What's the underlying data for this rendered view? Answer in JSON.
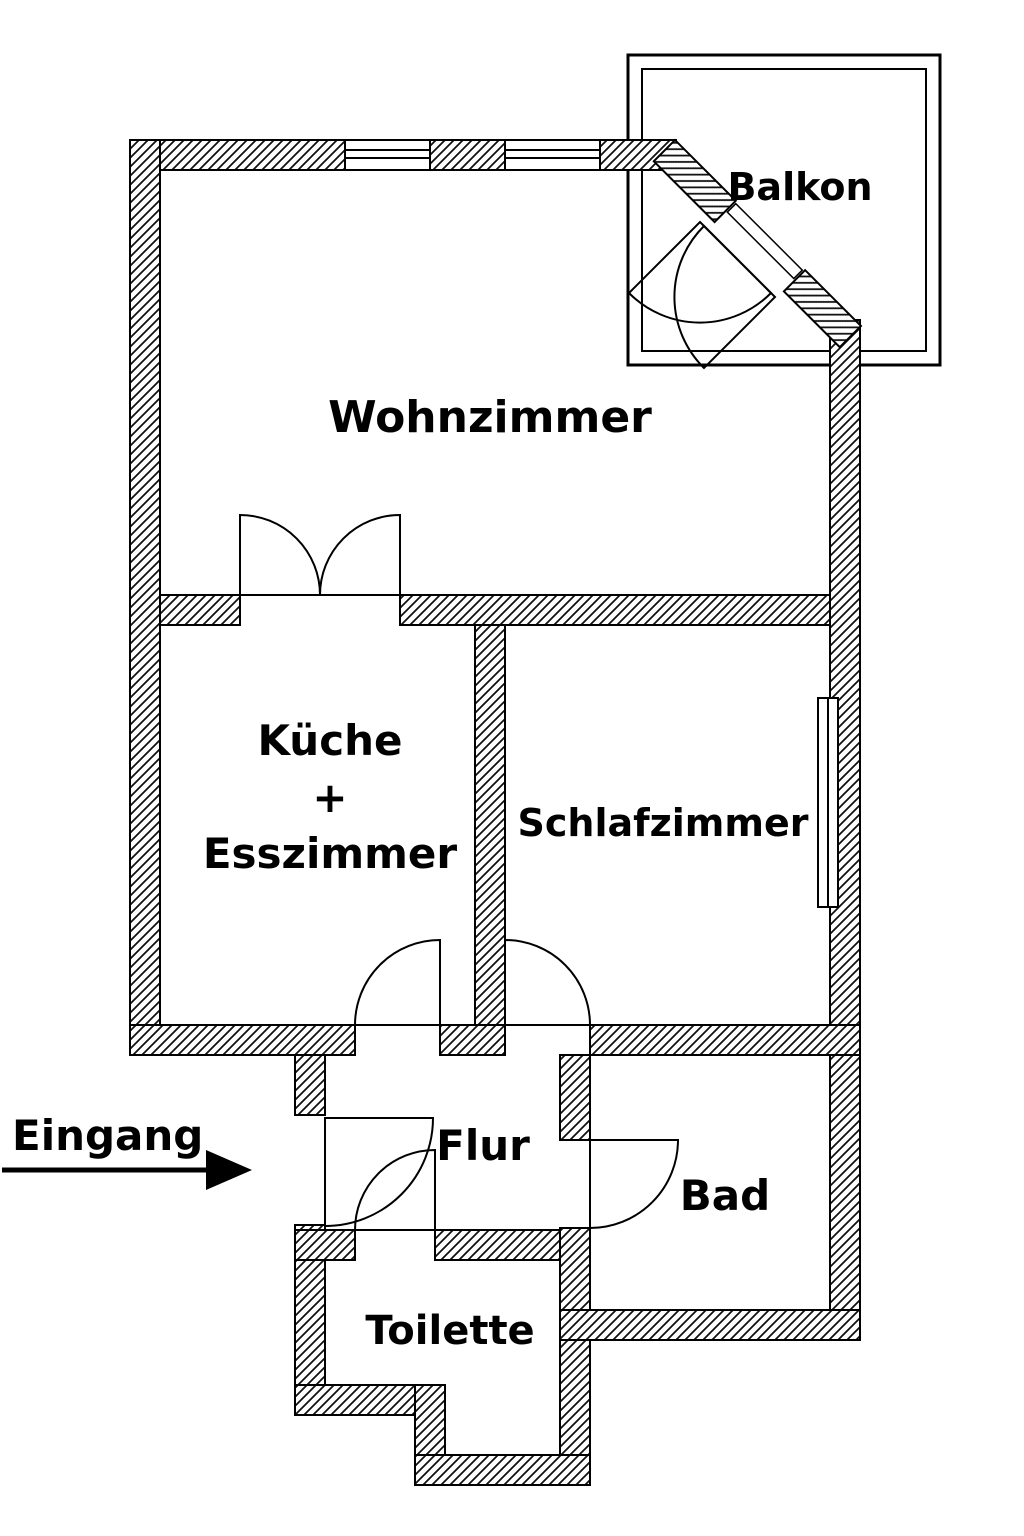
{
  "plan": {
    "colors": {
      "wall": "#000000",
      "background": "#ffffff"
    },
    "rooms": {
      "balkon": {
        "label": "Balkon"
      },
      "wohnzimmer": {
        "label": "Wohnzimmer"
      },
      "kueche": {
        "label_line1": "Küche",
        "label_line2": "+",
        "label_line3": "Esszimmer"
      },
      "schlafzimmer": {
        "label": "Schlafzimmer"
      },
      "flur": {
        "label": "Flur"
      },
      "bad": {
        "label": "Bad"
      },
      "toilette": {
        "label": "Toilette"
      }
    },
    "entrance": {
      "label": "Eingang"
    }
  }
}
